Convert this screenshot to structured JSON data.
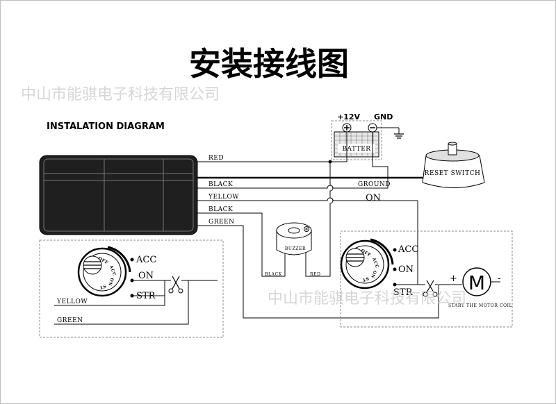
{
  "title": "安装接线图",
  "watermark": "中山市能骐电子科技有限公司",
  "subtitle": "INSTALATION DIAGRAM",
  "battery": {
    "label": "BATTER",
    "plus_label": "+12V",
    "gnd_label": "GND"
  },
  "reset_switch": "RESET SWITCH",
  "buzzer": "BUZZER",
  "wires": {
    "red": "RED",
    "black": "BLACK",
    "yellow": "YELLOW",
    "black2": "BLACK",
    "green": "GREEN",
    "ground": "GROUND",
    "on": "ON",
    "buzzer_black": "BLACK",
    "buzzer_red": "RED"
  },
  "ignition_left": {
    "acc": "ACC",
    "on": "ON",
    "str": "STR",
    "dial_off": "OFF",
    "dial_acc": "ACC",
    "dial_on": "ON",
    "dial_st": "ST",
    "yellow": "YELLOW",
    "green": "GREEN"
  },
  "ignition_right": {
    "acc": "ACC",
    "on": "ON",
    "str": "STR",
    "dial_off": "OFF",
    "dial_acc": "ACC",
    "dial_on": "ON",
    "dial_st": "ST"
  },
  "motor": {
    "letter": "M",
    "plus": "+",
    "minus": "-",
    "caption": "START THE MOTOR COIL"
  }
}
